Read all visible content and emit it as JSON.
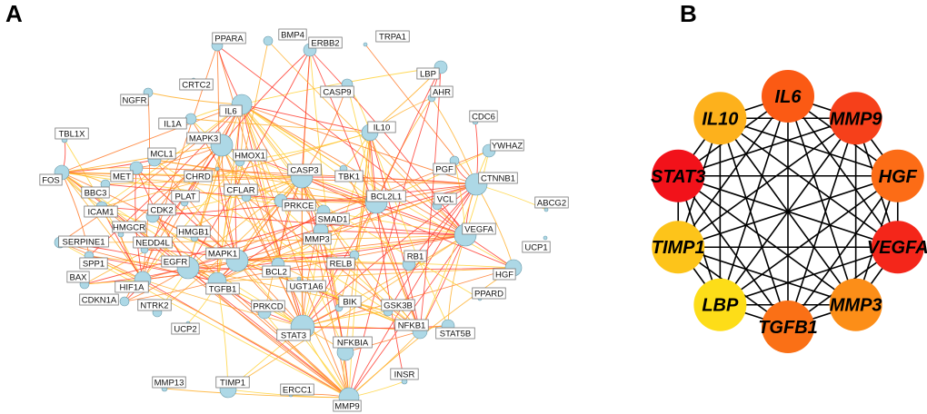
{
  "panels": {
    "a_label": "A",
    "b_label": "B"
  },
  "network_a": {
    "node_color": "#add8e6",
    "edge_colors": [
      "#ff3b2f",
      "#ff7a2a",
      "#ffb02e",
      "#ffd23a"
    ],
    "nodes": [
      "PPARA",
      "BMP4",
      "ERBB2",
      "TRPA1",
      "LBP",
      "CRTC2",
      "CASP9",
      "AHR",
      "NGFR",
      "IL6",
      "IL1A",
      "CDC6",
      "TBL1X",
      "IL10",
      "MAPK3",
      "YWHAZ",
      "MCL1",
      "HMOX1",
      "PGF",
      "FOS",
      "MET",
      "CHRD",
      "CASP3",
      "TBK1",
      "CTNNB1",
      "ABCG2",
      "BBC3",
      "PLAT",
      "CFLAR",
      "BCL2L1",
      "VCL",
      "PRKCE",
      "ICAM1",
      "CDK2",
      "SMAD1",
      "HMGCR",
      "HMGB1",
      "VEGFA",
      "UCP1",
      "MMP3",
      "SERPINE1",
      "NEDD4L",
      "MAPK1",
      "SPP1",
      "EGFR",
      "BCL2",
      "RELB",
      "RB1",
      "HGF",
      "BAX",
      "HIF1A",
      "TGFB1",
      "UGT1A6",
      "PPARD",
      "CDKN1A",
      "NTRK2",
      "BIK",
      "GSK3B",
      "PRKCD",
      "UCP2",
      "STAT3",
      "NFKB1",
      "STAT5B",
      "NFKBIA",
      "INSR",
      "MMP13",
      "TIMP1",
      "ERCC1",
      "MMP9"
    ],
    "adjacency": {
      "STAT3": [
        "IL6",
        "MAPK3",
        "CASP3",
        "BCL2L1",
        "VEGFA",
        "MAPK1",
        "EGFR",
        "TGFB1",
        "HIF1A",
        "BCL2",
        "MMP9",
        "TIMP1",
        "NFKB1",
        "NFKBIA",
        "IL10",
        "CTNNB1",
        "MCL1",
        "FOS",
        "MMP3",
        "HGF",
        "ERBB2",
        "PPARA",
        "PRKCD",
        "STAT5B",
        "IL1A",
        "SMAD1",
        "RELB",
        "GSK3B",
        "BIK",
        "HMOX1"
      ],
      "MMP9": [
        "IL6",
        "MAPK3",
        "CASP3",
        "VEGFA",
        "MAPK1",
        "EGFR",
        "TGFB1",
        "HIF1A",
        "TIMP1",
        "NFKB1",
        "NFKBIA",
        "IL10",
        "CTNNB1",
        "FOS",
        "MMP3",
        "HGF",
        "ERBB2",
        "MMP13",
        "ERCC1",
        "INSR",
        "PRKCD",
        "CDK2",
        "ICAM1",
        "SERPINE1",
        "SPP1",
        "LBP"
      ],
      "IL6": [
        "MAPK3",
        "CASP3",
        "BCL2L1",
        "VEGFA",
        "MAPK1",
        "EGFR",
        "TGFB1",
        "HIF1A",
        "BCL2",
        "NFKB1",
        "NFKBIA",
        "IL10",
        "CTNNB1",
        "FOS",
        "MMP3",
        "HGF",
        "IL1A",
        "ICAM1",
        "SERPINE1",
        "LBP",
        "PPARA",
        "NGFR",
        "HMOX1",
        "SPP1",
        "CDKN1A",
        "TBK1",
        "SMAD1"
      ],
      "CASP3": [
        "MAPK3",
        "BCL2L1",
        "BCL2",
        "MAPK1",
        "EGFR",
        "TGFB1",
        "CASP9",
        "BAX",
        "BBC3",
        "MCL1",
        "CFLAR",
        "BIK",
        "PRKCE",
        "PRKCD",
        "FOS",
        "CDK2",
        "CTNNB1",
        "HGF",
        "VEGFA",
        "ERBB2",
        "NFKBIA",
        "NTRK2",
        "GSK3B"
      ],
      "VEGFA": [
        "MAPK3",
        "MAPK1",
        "EGFR",
        "TGFB1",
        "HIF1A",
        "CTNNB1",
        "HGF",
        "PGF",
        "ERBB2",
        "BMP4",
        "TIMP1",
        "FOS",
        "ICAM1",
        "SERPINE1",
        "IL10",
        "MMP3",
        "NFKB1",
        "YWHAZ",
        "VCL",
        "STAT5B",
        "PPARA"
      ],
      "EGFR": [
        "MAPK3",
        "MAPK1",
        "ERBB2",
        "CTNNB1",
        "HGF",
        "TGFB1",
        "FOS",
        "CDK2",
        "MET",
        "HIF1A",
        "CDKN1A",
        "NTRK2",
        "GSK3B",
        "YWHAZ",
        "PRKCD",
        "SPP1",
        "BAX",
        "SERPINE1"
      ],
      "MAPK1": [
        "MAPK3",
        "TGFB1",
        "FOS",
        "CDK2",
        "HIF1A",
        "NFKB1",
        "RB1",
        "MET",
        "HGF",
        "CTNNB1",
        "GSK3B",
        "PRKCE",
        "RELB",
        "HMGB1",
        "NEDD4L",
        "PLAT",
        "CHRD"
      ],
      "TGFB1": [
        "SMAD1",
        "TIMP1",
        "SERPINE1",
        "CTNNB1",
        "HGF",
        "BMP4",
        "MMP3",
        "SPP1",
        "CDKN1A",
        "HMOX1",
        "ICAM1",
        "PPARA",
        "UCP2"
      ],
      "CTNNB1": [
        "GSK3B",
        "YWHAZ",
        "VCL",
        "CDC6",
        "HGF",
        "MET",
        "RB1",
        "CDK2",
        "AHR",
        "ABCG2",
        "PGF",
        "TRPA1",
        "BCL2L1",
        "NFKB1"
      ],
      "IL10": [
        "LBP",
        "IL1A",
        "ICAM1",
        "NFKBIA",
        "NFKB1",
        "HMOX1",
        "STAT5B",
        "BCL2L1",
        "TBK1",
        "CASP9",
        "RELB",
        "INSR",
        "AHR"
      ],
      "NFKB1": [
        "NFKBIA",
        "RELB",
        "TBK1",
        "BCL2L1",
        "IL1A",
        "ICAM1",
        "LBP",
        "CFLAR",
        "MCL1",
        "BCL2",
        "UGT1A6",
        "STAT5B",
        "ERBB2"
      ],
      "HIF1A": [
        "HMOX1",
        "SERPINE1",
        "BAX",
        "SPP1",
        "CDKN1A",
        "MET",
        "PPARA",
        "FOS",
        "TBL1X",
        "NGFR",
        "HMGCR",
        "ICAM1"
      ],
      "BCL2L1": [
        "BCL2",
        "MCL1",
        "BAX",
        "BBC3",
        "BIK",
        "CASP9",
        "CFLAR",
        "PRKCE",
        "AHR",
        "YWHAZ",
        "LBP"
      ],
      "MAPK3": [
        "FOS",
        "MET",
        "CDK2",
        "PLAT",
        "CHRD",
        "NEDD4L",
        "HMGB1",
        "HMGCR",
        "ERBB2",
        "PPARD"
      ],
      "FOS": [
        "TBL1X",
        "BBC3",
        "ICAM1",
        "MCL1",
        "MET",
        "HMGCR",
        "SPP1",
        "BCL2L1",
        "CTNNB1"
      ]
    }
  },
  "network_b": {
    "edge_color": "#000000",
    "nodes": [
      {
        "name": "IL6",
        "color": "#fb5a14"
      },
      {
        "name": "MMP9",
        "color": "#f6401a"
      },
      {
        "name": "HGF",
        "color": "#fc6c16"
      },
      {
        "name": "VEGFA",
        "color": "#f4261a"
      },
      {
        "name": "MMP3",
        "color": "#fc8e18"
      },
      {
        "name": "TGFB1",
        "color": "#fa7016"
      },
      {
        "name": "LBP",
        "color": "#fddd18"
      },
      {
        "name": "TIMP1",
        "color": "#fdc41a"
      },
      {
        "name": "STAT3",
        "color": "#f2121a"
      },
      {
        "name": "IL10",
        "color": "#fdb11c"
      }
    ]
  }
}
